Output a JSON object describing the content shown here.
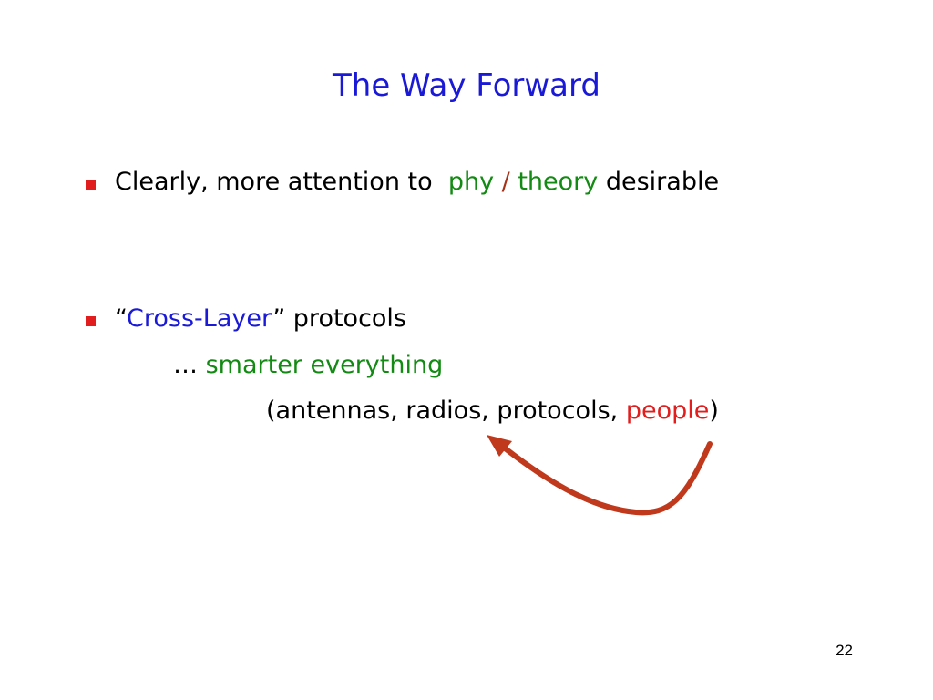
{
  "slide": {
    "title": "The Way Forward",
    "page_number": "22"
  },
  "bullet1": {
    "text": "Clearly, more attention to",
    "phy": "phy",
    "slash": "/",
    "theory": "theory",
    "suffix": "desirable"
  },
  "bullet2": {
    "open_quote": "“",
    "cross_layer": "Cross-Layer",
    "close_quote": "”",
    "suffix": "protocols"
  },
  "line2": {
    "ellipsis": "…",
    "smarter": "smarter everything"
  },
  "line3": {
    "prefix": "(antennas, radios, protocols,",
    "people": "people",
    "suffix": ")"
  },
  "colors": {
    "title": "#1a1ad6",
    "bullet": "#e11d1d",
    "green": "#138a13",
    "red": "#e11d1d",
    "arrow": "#c0391c"
  }
}
